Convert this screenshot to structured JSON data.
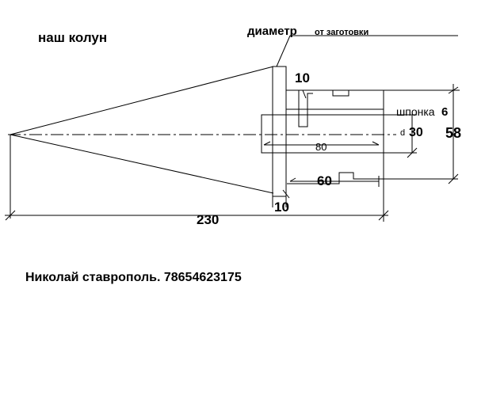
{
  "title": "наш колун",
  "labels": {
    "diameter": "диаметр",
    "diameter_note": "от заготовки",
    "keyway": "шпонка",
    "shaft_mark": "d"
  },
  "dimensions": {
    "flange_thickness_top": "10",
    "flange_thickness_bottom": "10",
    "keyway_width": "6",
    "shaft_diameter": "30",
    "overall_diameter": "58",
    "bore_length": "80",
    "keyway_length": "60",
    "overall_length": "230"
  },
  "footer": {
    "author": "Николай ставрополь. 78654623175"
  },
  "colors": {
    "ink": "#000000",
    "background": "#ffffff"
  }
}
